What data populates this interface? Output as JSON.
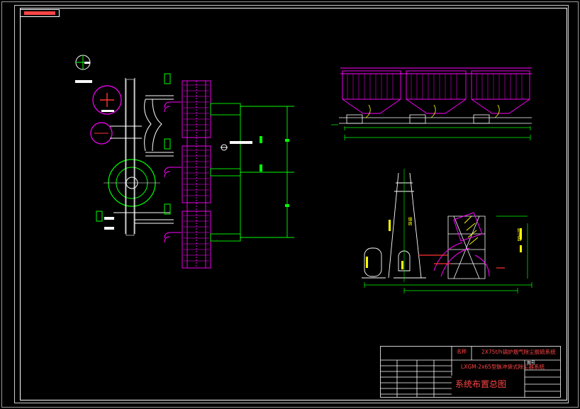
{
  "colors": {
    "background": "#000000",
    "border": "#ffffff",
    "pipe": "#ff00ff",
    "dimension": "#00ff00",
    "equipment": "#ffffff",
    "accent": "#ff3333",
    "text_yellow": "#ffff00"
  },
  "stamp_label": "CAD drawing stamp",
  "title_block": {
    "cell_left": "名称",
    "project_line": "2X75t/h锅炉烟气除尘脱硫系统",
    "equipment_line": "LXGM-2x65型脉冲袋式除尘器系统",
    "drawing_no_label": "图号",
    "drawing_title": "系统布置总图"
  },
  "elevation_labels": [
    "烟囱",
    "除尘器"
  ],
  "icons": [
    "plan-view-drawing",
    "front-elevation-drawing",
    "side-elevation-drawing",
    "title-block"
  ]
}
